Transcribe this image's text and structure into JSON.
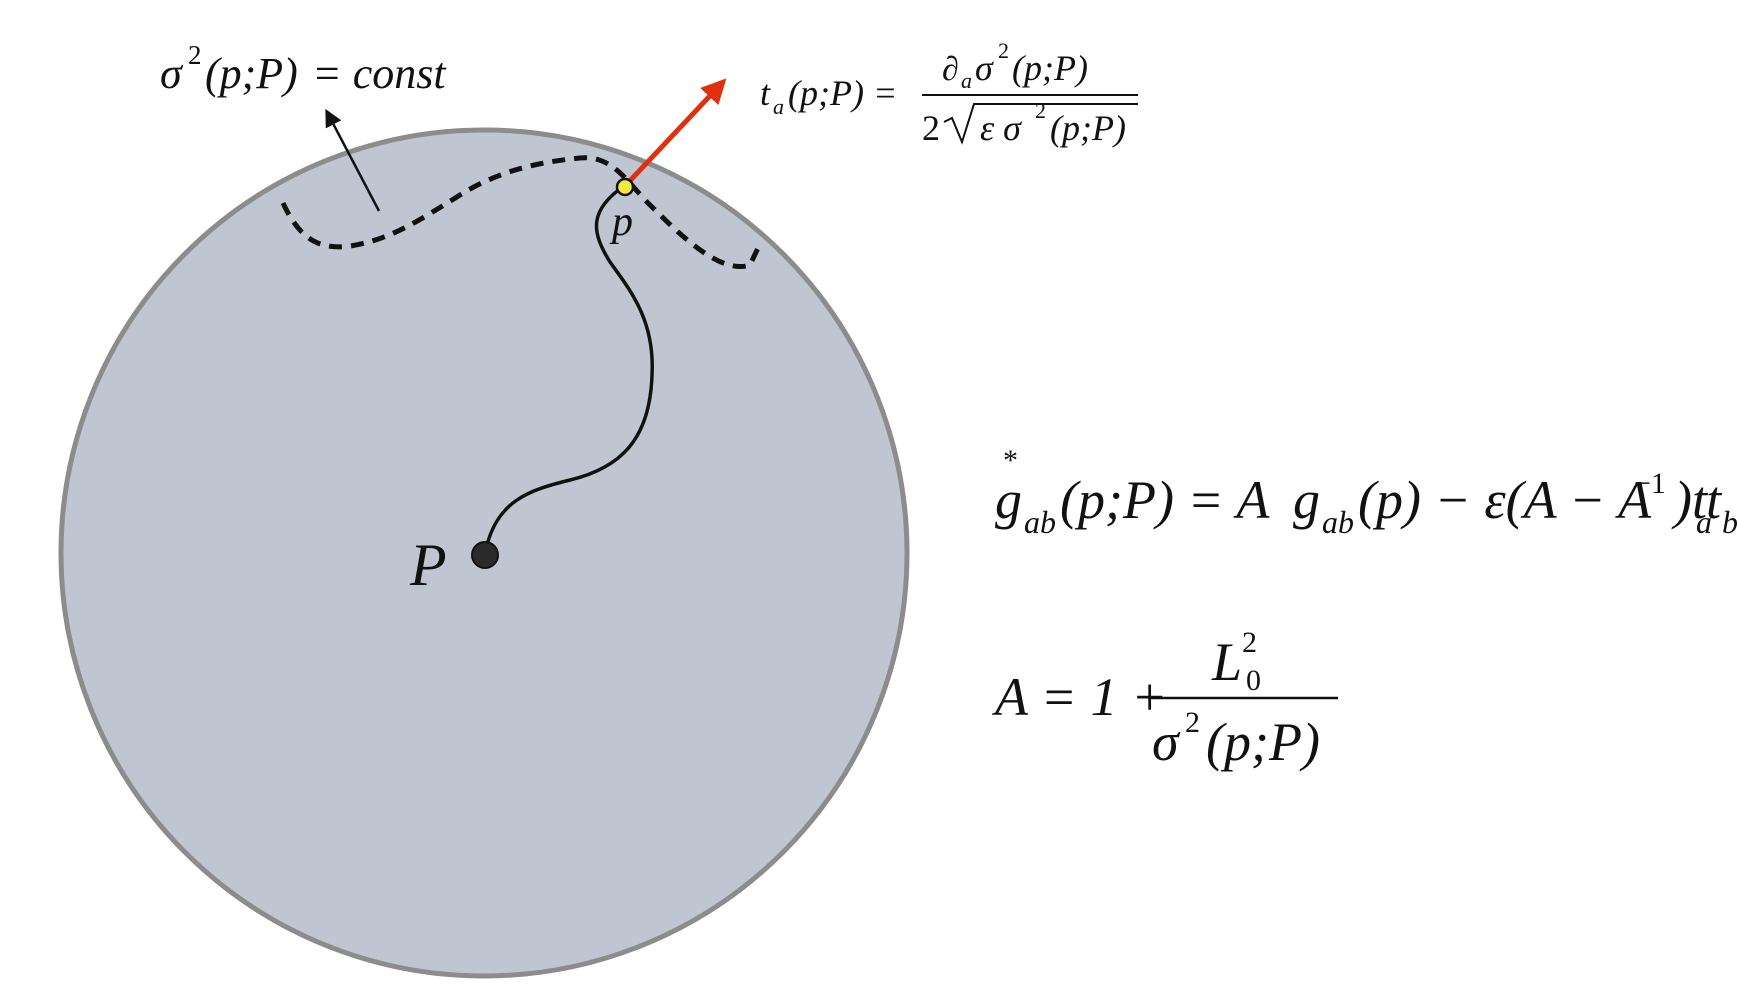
{
  "labels": {
    "level_set": {
      "sigma": "σ",
      "exp": "2",
      "args": "(p;P)",
      "rhs": "= const"
    },
    "tangent": {
      "lhs_t": "t",
      "lhs_sub": "a",
      "lhs_args": "(p;P) =",
      "num_partial": "∂",
      "num_sub": "a",
      "num_sigma": "σ",
      "num_exp": "2",
      "num_args": "(p;P)",
      "den_two": "2",
      "den_eps": "ε σ",
      "den_exp": "2",
      "den_args": "(p;P)"
    },
    "point_p": "p",
    "point_P": "P",
    "metric": {
      "star": "*",
      "g": "g",
      "g_sub": "ab",
      "args": "(p;P) = A",
      "g2": "g",
      "g2_sub": "ab",
      "mid": "(p) − ε(A − A",
      "inv_exp": "−1",
      "close": ")t",
      "t1_sub": "a",
      "t2": "t",
      "t2_sub": "b"
    },
    "A_def": {
      "lhs": "A = 1 +",
      "num_L": "L",
      "num_exp": "2",
      "num_sub": "0",
      "den_sigma": "σ",
      "den_exp": "2",
      "den_args": "(p;P)"
    }
  },
  "colors": {
    "disk_fill": "#bfc6d1",
    "disk_stroke": "#8c8c8c",
    "arrow_red": "#e03010",
    "point_yellow": "#f4e842",
    "ink": "#111111"
  }
}
